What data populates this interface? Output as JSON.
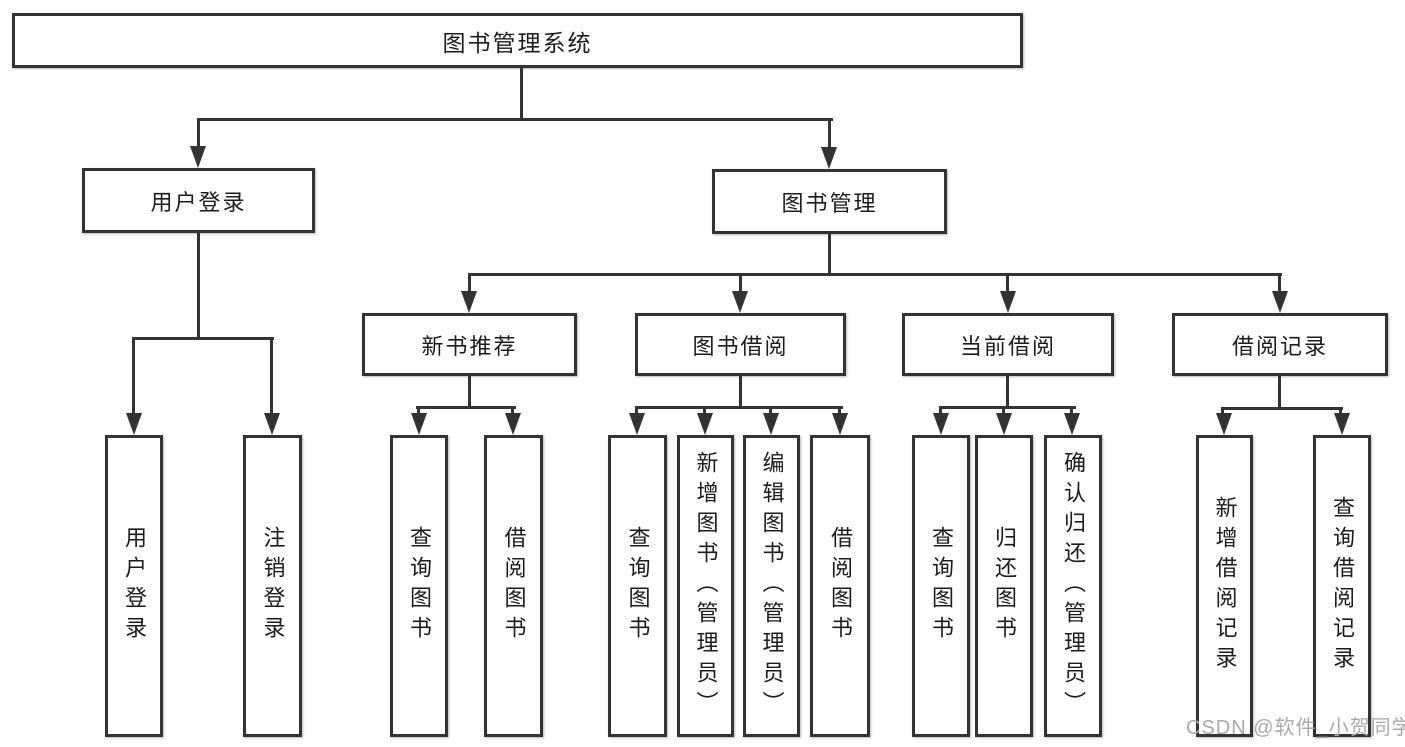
{
  "diagram": {
    "root_label": "图书管理系统",
    "level2": {
      "user_login": "用户登录",
      "book_management": "图书管理"
    },
    "level3": {
      "new_book_recommendation": "新书推荐",
      "book_borrowing": "图书借阅",
      "current_borrowing": "当前借阅",
      "borrowing_records": "借阅记录"
    },
    "leaves": {
      "user_login": "用户登录",
      "logout": "注销登录",
      "nb_query_books": "查询图书",
      "nb_borrow_books": "借阅图书",
      "bb_query_books": "查询图书",
      "bb_add_books_admin": "新增图书（管理员）",
      "bb_edit_books_admin": "编辑图书（管理员）",
      "bb_borrow_books": "借阅图书",
      "cb_query_books": "查询图书",
      "cb_return_books": "归还图书",
      "cb_confirm_return_admin": "确认归还（管理员）",
      "br_add_record": "新增借阅记录",
      "br_query_record": "查询借阅记录"
    }
  },
  "colors": {
    "line": "#333333",
    "text": "#1c1c1c",
    "watermark_gray": "#aaaaaa"
  },
  "watermark": {
    "text": "CSDN @软件_小贺同学"
  }
}
